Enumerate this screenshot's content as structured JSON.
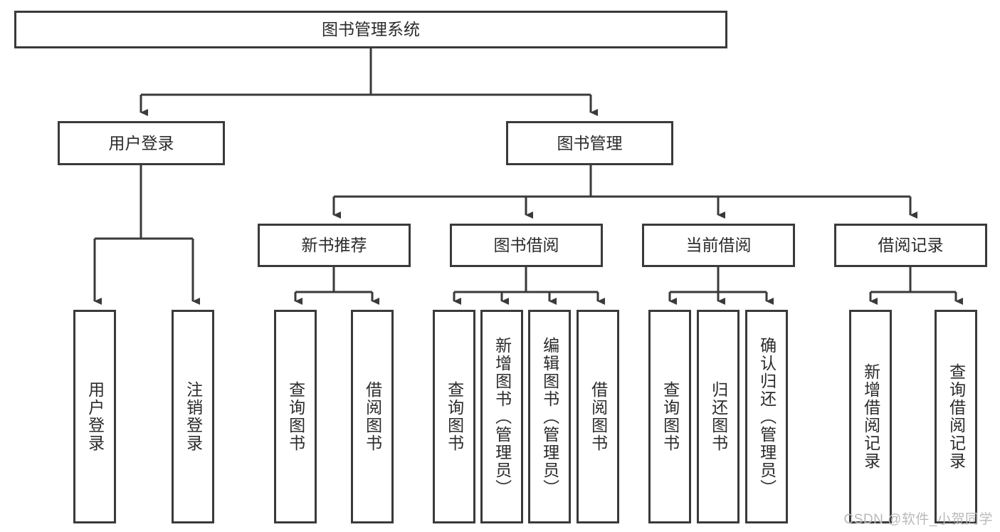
{
  "diagram": {
    "title_node": {
      "label": "图书管理系统"
    },
    "level2": [
      {
        "id": "user-login",
        "label": "用户登录"
      },
      {
        "id": "book-manage",
        "label": "图书管理"
      }
    ],
    "level3": [
      {
        "id": "new-book-recommend",
        "label": "新书推荐"
      },
      {
        "id": "book-borrow",
        "label": "图书借阅"
      },
      {
        "id": "current-borrow",
        "label": "当前借阅"
      },
      {
        "id": "borrow-record",
        "label": "借阅记录"
      }
    ],
    "leaves": {
      "user_login": [
        {
          "id": "leaf-user-login",
          "label": "用户登录"
        },
        {
          "id": "leaf-logout",
          "label": "注销登录"
        }
      ],
      "new_book_recommend": [
        {
          "id": "leaf-query-book-1",
          "label": "查询图书"
        },
        {
          "id": "leaf-borrow-book-1",
          "label": "借阅图书"
        }
      ],
      "book_borrow": [
        {
          "id": "leaf-query-book-2",
          "label": "查询图书"
        },
        {
          "id": "leaf-add-book",
          "label": "新增图书（管理员）"
        },
        {
          "id": "leaf-edit-book",
          "label": "编辑图书（管理员）"
        },
        {
          "id": "leaf-borrow-book-2",
          "label": "借阅图书"
        }
      ],
      "current_borrow": [
        {
          "id": "leaf-query-book-3",
          "label": "查询图书"
        },
        {
          "id": "leaf-return-book",
          "label": "归还图书"
        },
        {
          "id": "leaf-confirm-return",
          "label": "确认归还（管理员）"
        }
      ],
      "borrow_record": [
        {
          "id": "leaf-add-record",
          "label": "新增借阅记录"
        },
        {
          "id": "leaf-query-record",
          "label": "查询借阅记录"
        }
      ]
    }
  },
  "watermark": {
    "text": "CSDN @软件_小贺同学"
  },
  "colors": {
    "stroke": "#3a3a3a",
    "text": "#2b2b2b",
    "background": "#ffffff",
    "watermark": "#b9b9b9"
  }
}
